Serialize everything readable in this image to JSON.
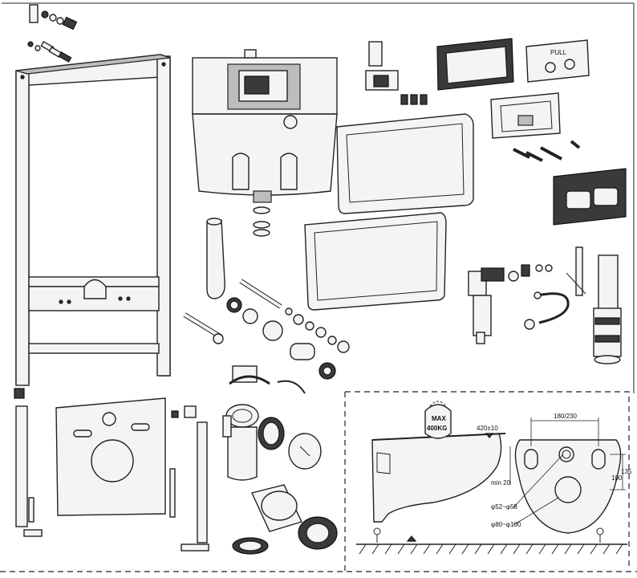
{
  "diagram": {
    "load_badge": {
      "line1": "MAX",
      "line2": "400KG"
    },
    "dimensions": {
      "height_tolerance": "420±10",
      "bolt_spacing": "180/230",
      "min_offset": "min 20",
      "dist_100": "100",
      "dist_135": "135",
      "inlet_diameter": "φ52~φ58",
      "outlet_diameter": "φ80~φ100"
    },
    "button_plate_text": "PULL"
  }
}
